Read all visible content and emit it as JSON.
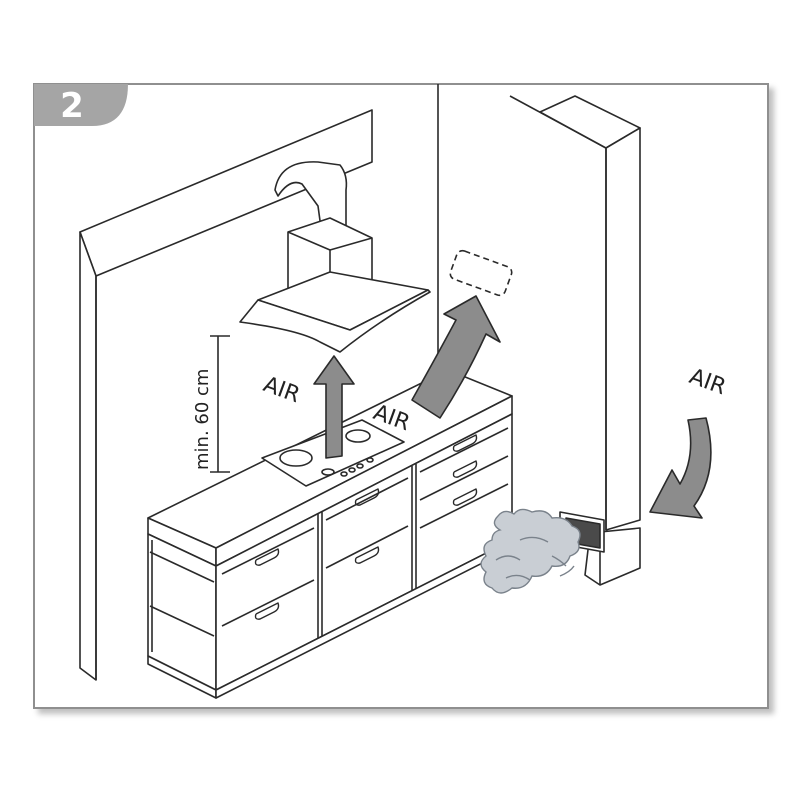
{
  "step_number": "2",
  "labels": {
    "air_up": "AIR",
    "air_diagonal": "AIR",
    "air_right": "AIR",
    "min_height": "min. 60 cm"
  },
  "colors": {
    "frame_border": "#8f8f8f",
    "step_badge": "#a5a5a5",
    "arrow_fill": "#8c8c8c",
    "line": "#2a2a2a",
    "vent_grille": "#4a4a4a",
    "air_puff": "#c9ced4"
  }
}
